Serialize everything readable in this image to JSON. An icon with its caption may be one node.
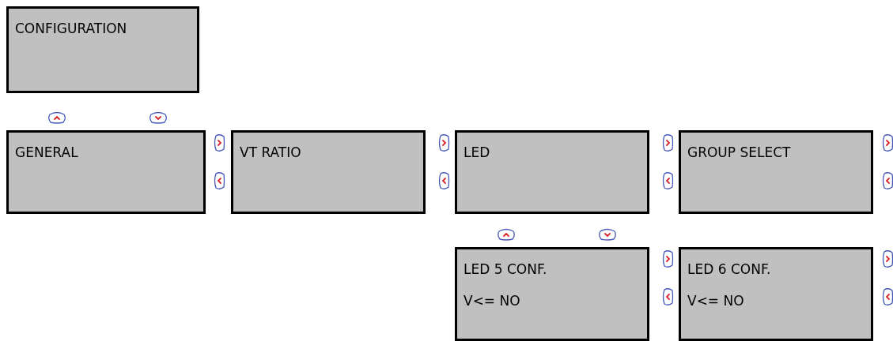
{
  "diagram": {
    "nodes": [
      {
        "text": [
          "CONFIGURATION"
        ]
      },
      {
        "text": [
          "GENERAL"
        ]
      },
      {
        "text": [
          "VT RATIO"
        ]
      },
      {
        "text": [
          "LED"
        ]
      },
      {
        "text": [
          "GROUP SELECT"
        ]
      },
      {
        "text": [
          "LED 5 CONF.",
          "V<= NO"
        ]
      },
      {
        "text": [
          "LED 6 CONF.",
          "V<= NO"
        ]
      }
    ]
  }
}
